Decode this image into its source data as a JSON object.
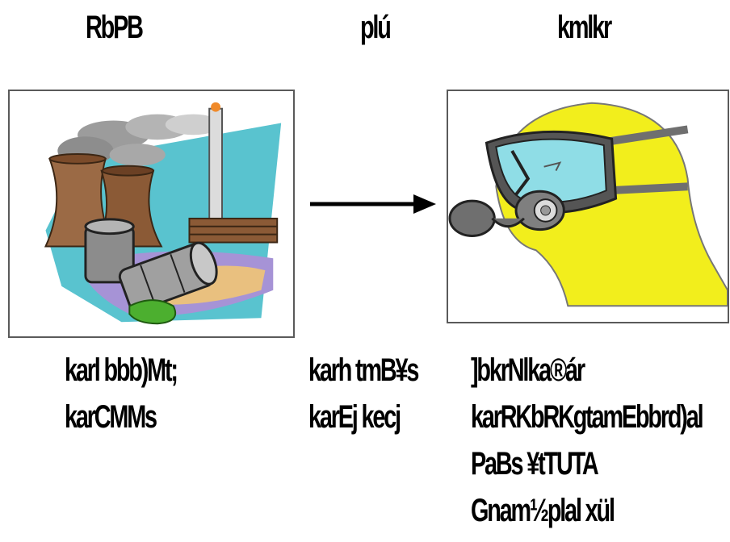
{
  "headings": {
    "left": "RbPB",
    "middle": "plú",
    "right": "kmlkr"
  },
  "captions": {
    "left": [
      "karl bbb)Mt;",
      "karCMMs"
    ],
    "middle": [
      "karh tmB¥s",
      "karEj kecj"
    ],
    "right": [
      "]bkrNlka®ár",
      "karRKbRKgtamEbbrd)al",
      "PaBs ¥tTUTA",
      "Gnam½plal xül"
    ]
  },
  "colors": {
    "frame_border": "#5a5a5a",
    "arrow": "#000000",
    "hazmat_suit": "#f2ee1c",
    "mask_visor": "#8fdde6",
    "smoke": "#9c9c9c",
    "tower": "#8b5a36"
  },
  "icons": {
    "left_image": "industrial-pollution-icon",
    "right_image": "gas-mask-hazmat-icon",
    "connector": "right-arrow-icon"
  }
}
